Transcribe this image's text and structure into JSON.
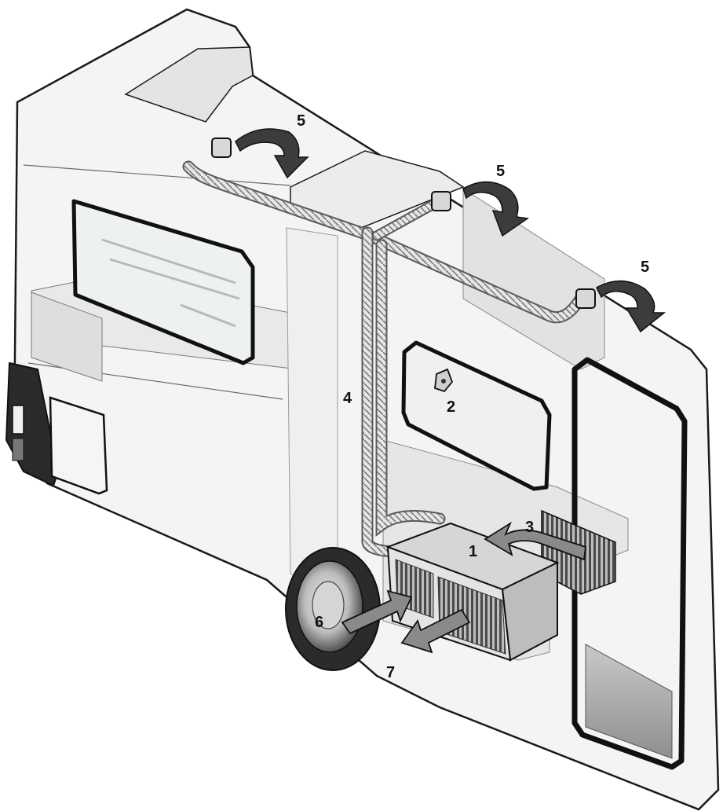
{
  "callouts": {
    "heater_unit": "1",
    "control_panel": "2",
    "return_air_intake": "3",
    "air_duct": "4",
    "outlet_rear": "5",
    "outlet_middle": "5",
    "outlet_front": "5",
    "combustion_air_in": "6",
    "exhaust_out": "7"
  },
  "colors": {
    "outline": "#1a1a1a",
    "body_fill": "#f4f4f4",
    "shade": "#d9d9d9",
    "arrow": "#8a8a8a",
    "dark_arrow": "#3c3c3c"
  }
}
